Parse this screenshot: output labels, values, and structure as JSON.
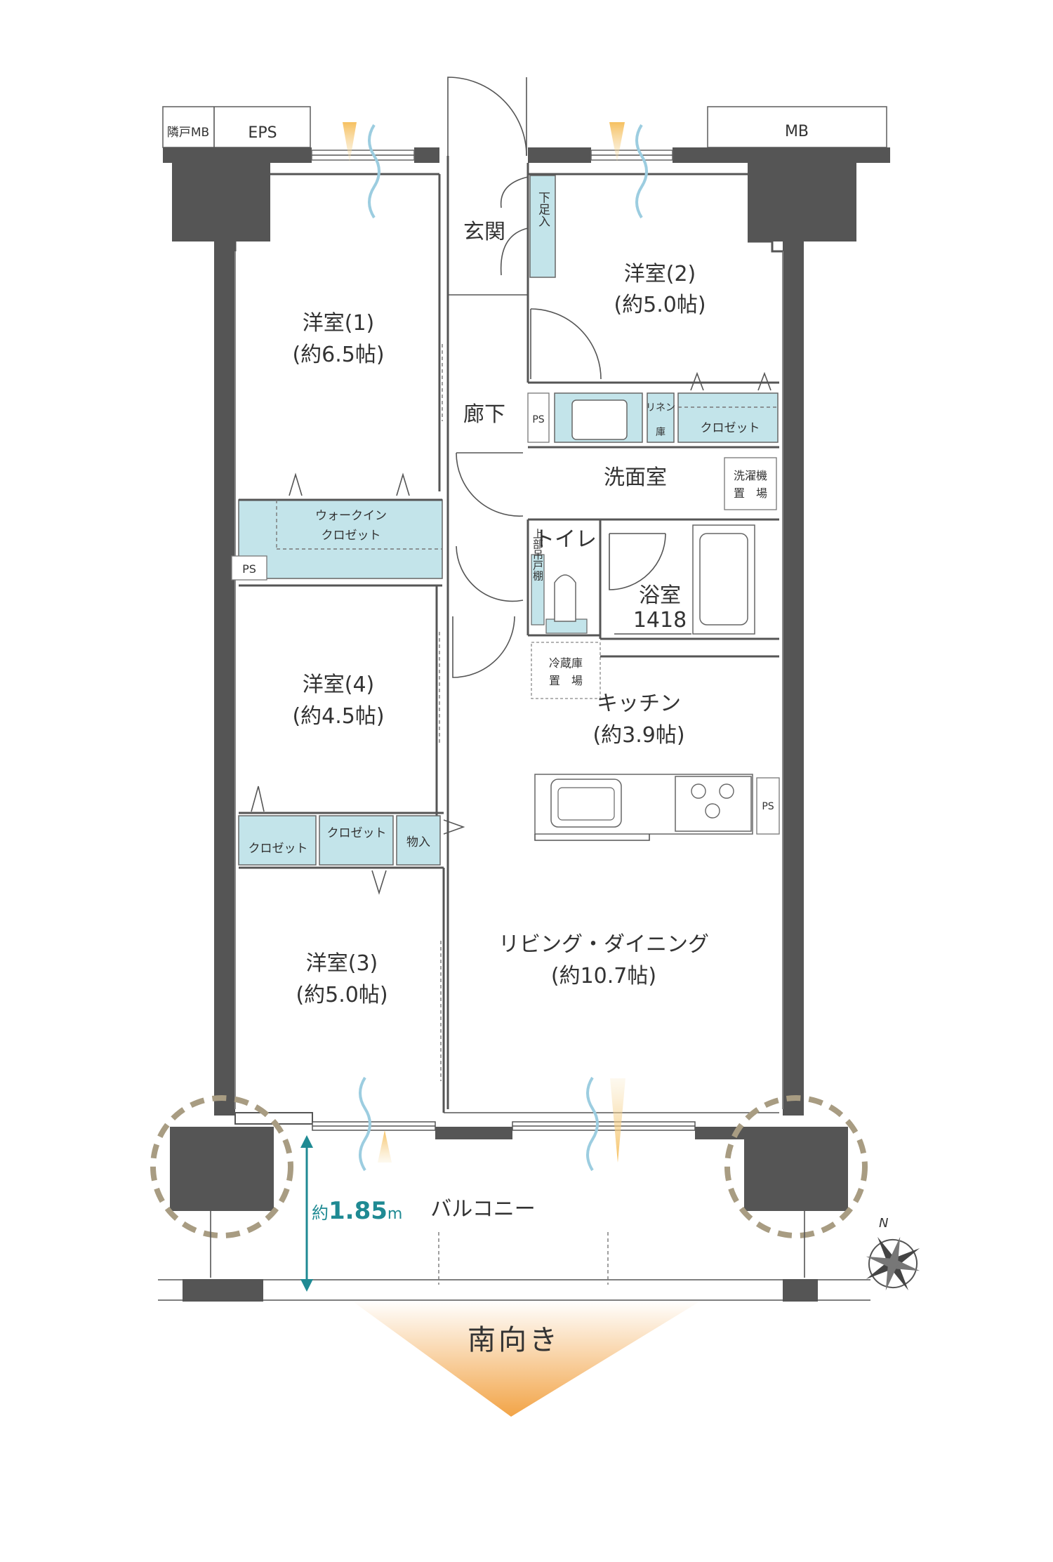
{
  "rooms": {
    "western1": {
      "name": "洋室(1)",
      "size": "(約6.5帖)"
    },
    "western2": {
      "name": "洋室(2)",
      "size": "(約5.0帖)"
    },
    "western3": {
      "name": "洋室(3)",
      "size": "(約5.0帖)"
    },
    "western4": {
      "name": "洋室(4)",
      "size": "(約4.5帖)"
    },
    "ldk": {
      "name": "リビング・ダイニング",
      "size": "(約10.7帖)"
    },
    "kitchen": {
      "name": "キッチン",
      "size": "(約3.9帖)"
    },
    "bath": {
      "name": "浴室",
      "size": "1418"
    },
    "washroom": {
      "name": "洗面室"
    },
    "toilet": {
      "name": "トイレ"
    },
    "hallway": {
      "name": "廊下"
    },
    "entrance": {
      "name": "玄関"
    },
    "balcony": {
      "name": "バルコニー"
    }
  },
  "storage": {
    "walkin_line1": "ウォークイン",
    "walkin_line2": "クロゼット",
    "closet_label": "クロゼット",
    "monoire": "物入",
    "shoe_box": "下足入",
    "linen_line1": "リネン",
    "linen_line2": "庫",
    "upper_shelf": "上部吊戸棚",
    "fridge_line1": "冷蔵庫",
    "fridge_line2": "置　場",
    "washer_line1": "洗濯機",
    "washer_line2": "置　場"
  },
  "utility": {
    "ps": "PS",
    "eps": "EPS",
    "mb": "MB",
    "neighbor_mb": "隣戸MB"
  },
  "balcony_depth": {
    "prefix": "約",
    "value": "1.85",
    "unit": "m"
  },
  "orientation": {
    "label": "南向き",
    "compass": "N"
  },
  "colors": {
    "wall": "#555555",
    "storage_fill": "#c3e4ea",
    "accent_teal": "#1f8a93",
    "column_ring": "#a89c82",
    "sun_orange": "#f0a040"
  }
}
